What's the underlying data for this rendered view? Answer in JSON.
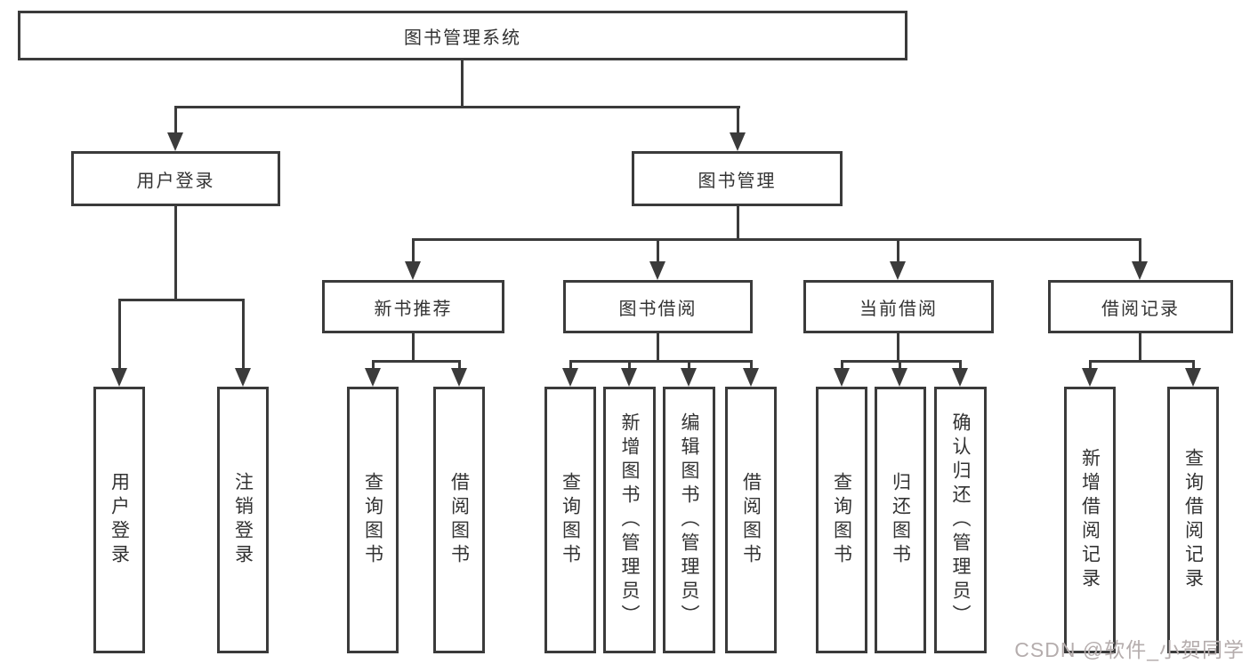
{
  "diagram": {
    "title": "图书管理系统",
    "nodes": {
      "root": "图书管理系统",
      "user_login": "用户登录",
      "book_mgmt": "图书管理",
      "new_books": "新书推荐",
      "borrow": "图书借阅",
      "current": "当前借阅",
      "records": "借阅记录",
      "leaves": {
        "login": [
          "用户登录",
          "注销登录"
        ],
        "new_books": [
          "查询图书",
          "借阅图书"
        ],
        "borrow": [
          "查询图书",
          "新增图书（管理员）",
          "编辑图书（管理员）",
          "借阅图书"
        ],
        "current": [
          "查询图书",
          "归还图书",
          "确认归还（管理员）"
        ],
        "records": [
          "新增借阅记录",
          "查询借阅记录"
        ]
      }
    }
  },
  "watermark": "CSDN @软件_小贺同学",
  "colors": {
    "line": "#3b3b3b",
    "text": "#333333",
    "background": "#ffffff",
    "watermark": "#b5adad"
  }
}
